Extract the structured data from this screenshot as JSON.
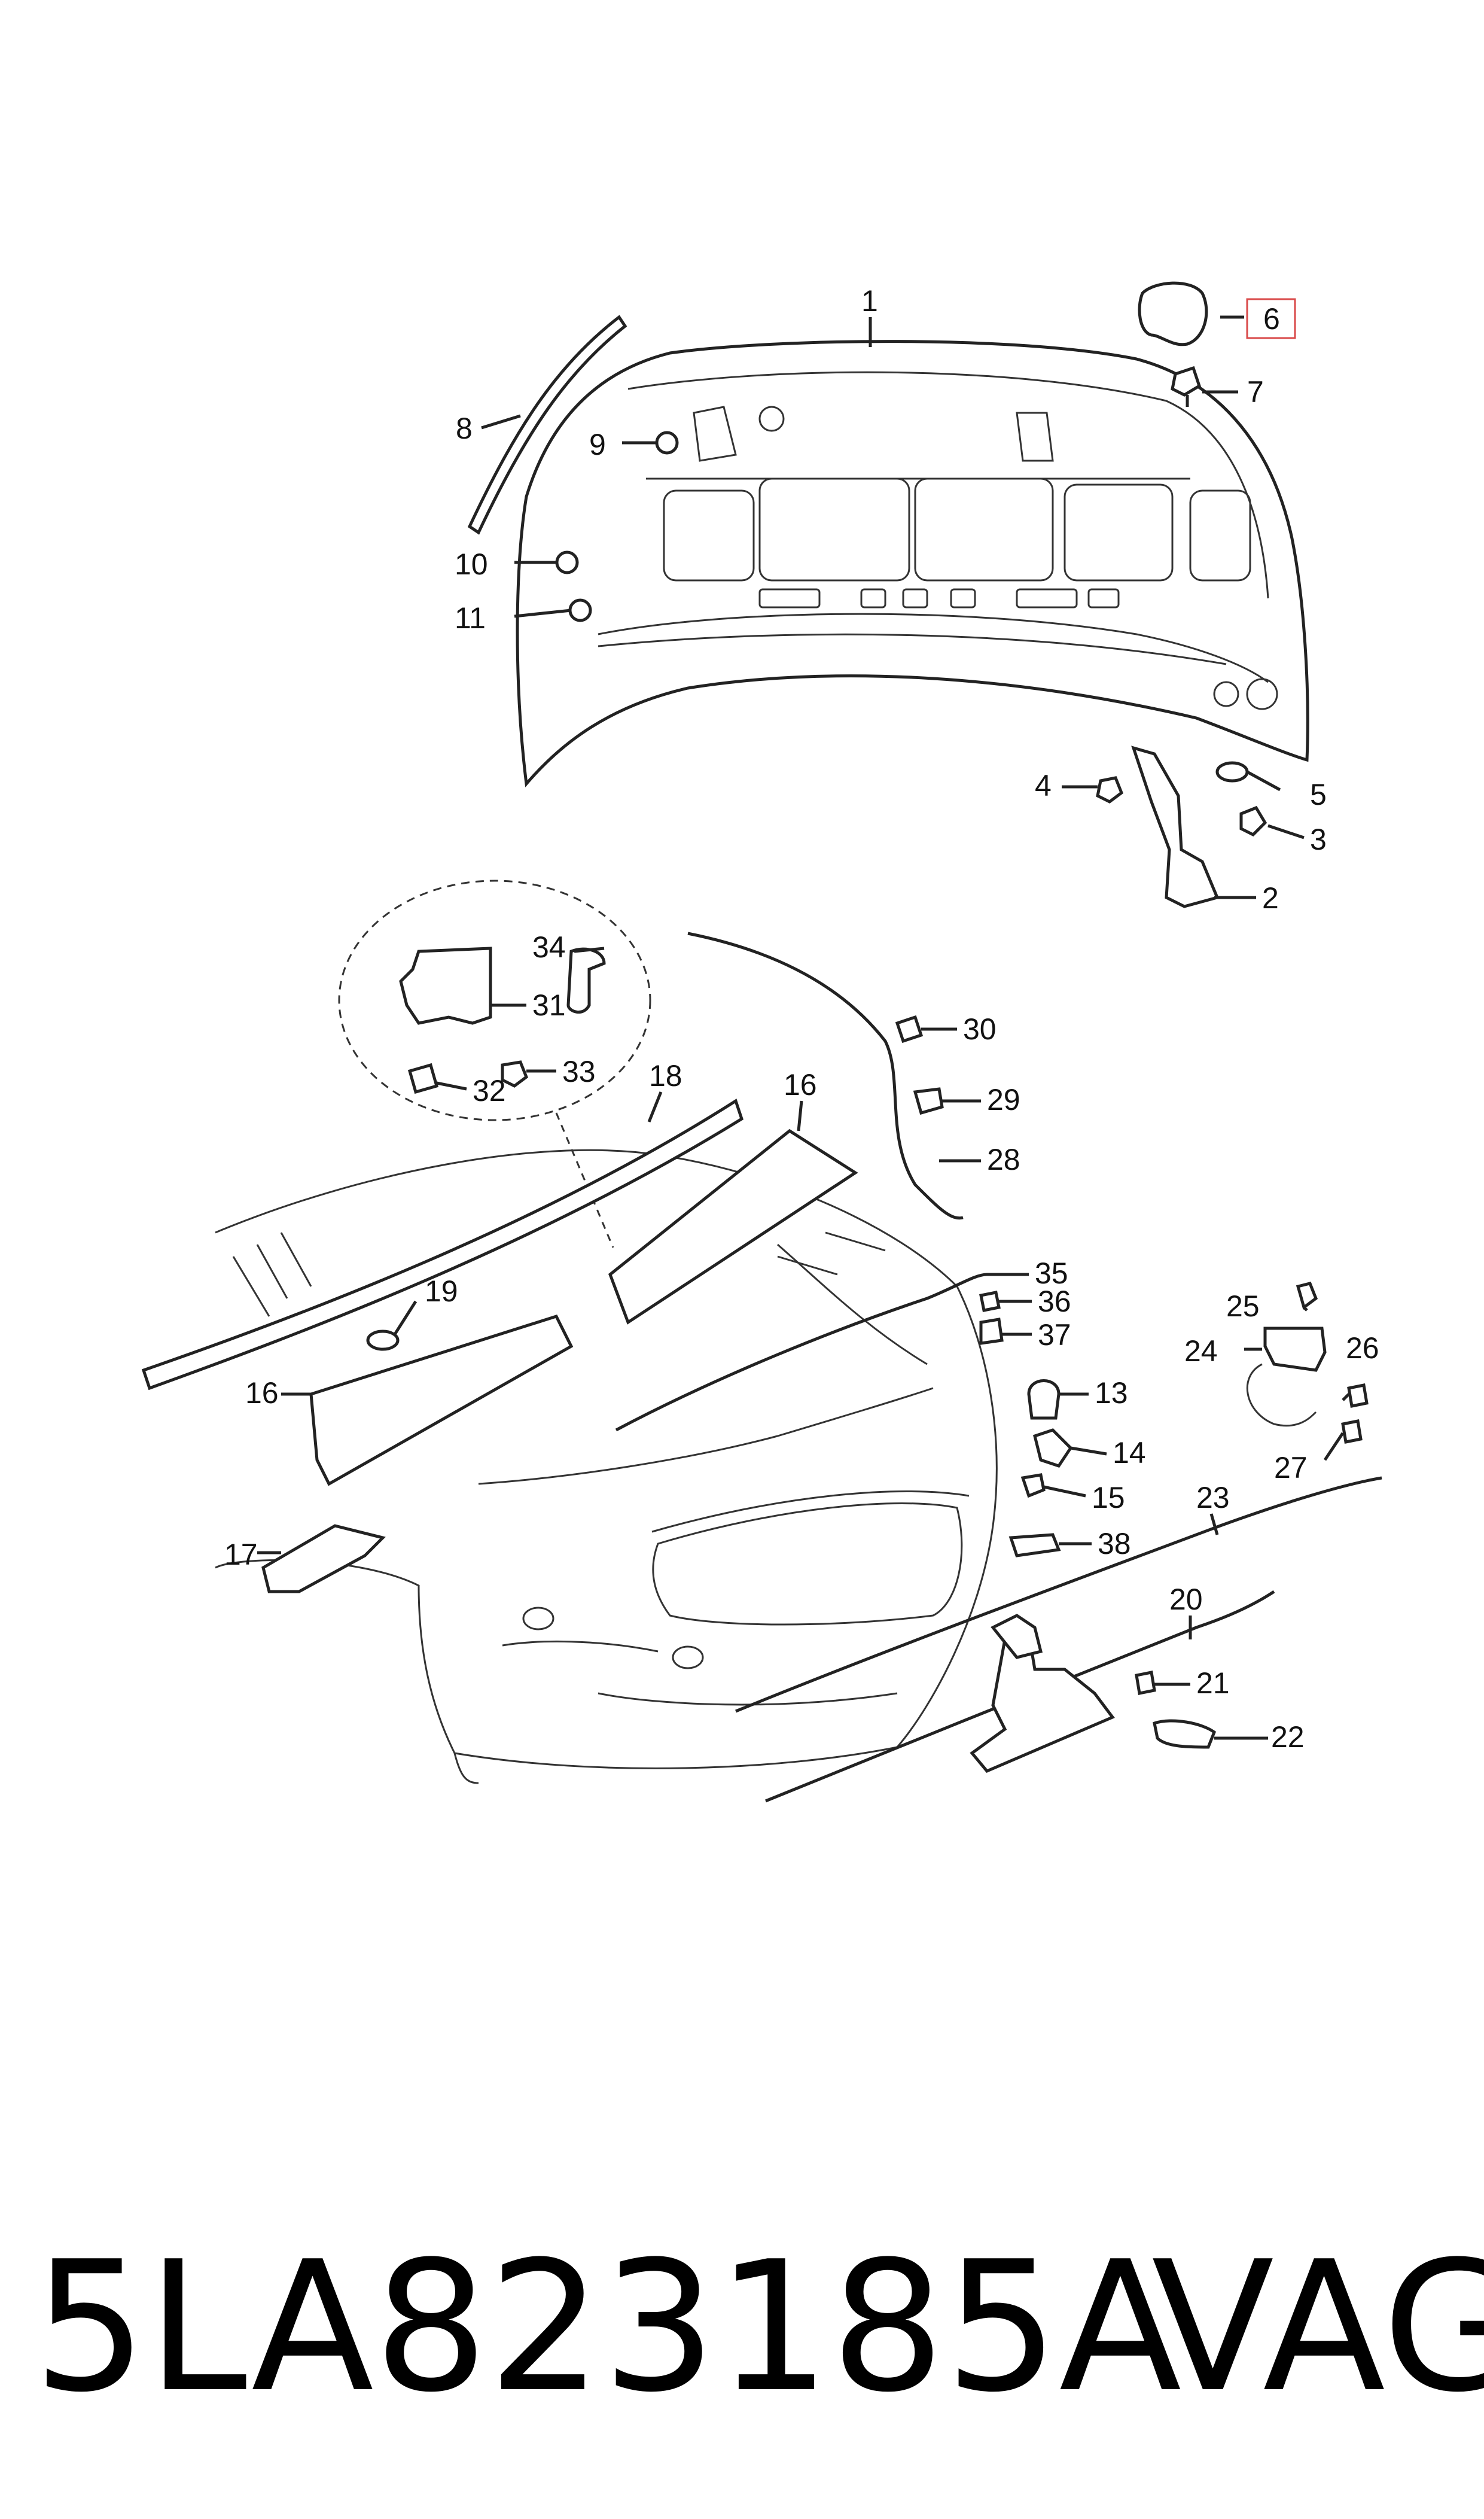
{
  "diagram": {
    "callouts": [
      "1",
      "2",
      "3",
      "4",
      "5",
      "6",
      "7",
      "8",
      "9",
      "10",
      "11",
      "13",
      "14",
      "15",
      "16",
      "16",
      "17",
      "18",
      "19",
      "20",
      "21",
      "22",
      "23",
      "24",
      "25",
      "26",
      "27",
      "28",
      "29",
      "30",
      "31",
      "32",
      "33",
      "34",
      "35",
      "36",
      "37",
      "38"
    ],
    "highlighted_callout": "6",
    "highlight_color": "#d94a4a"
  },
  "caption": {
    "part_number": "5LA823185A",
    "brand": "VAG"
  }
}
